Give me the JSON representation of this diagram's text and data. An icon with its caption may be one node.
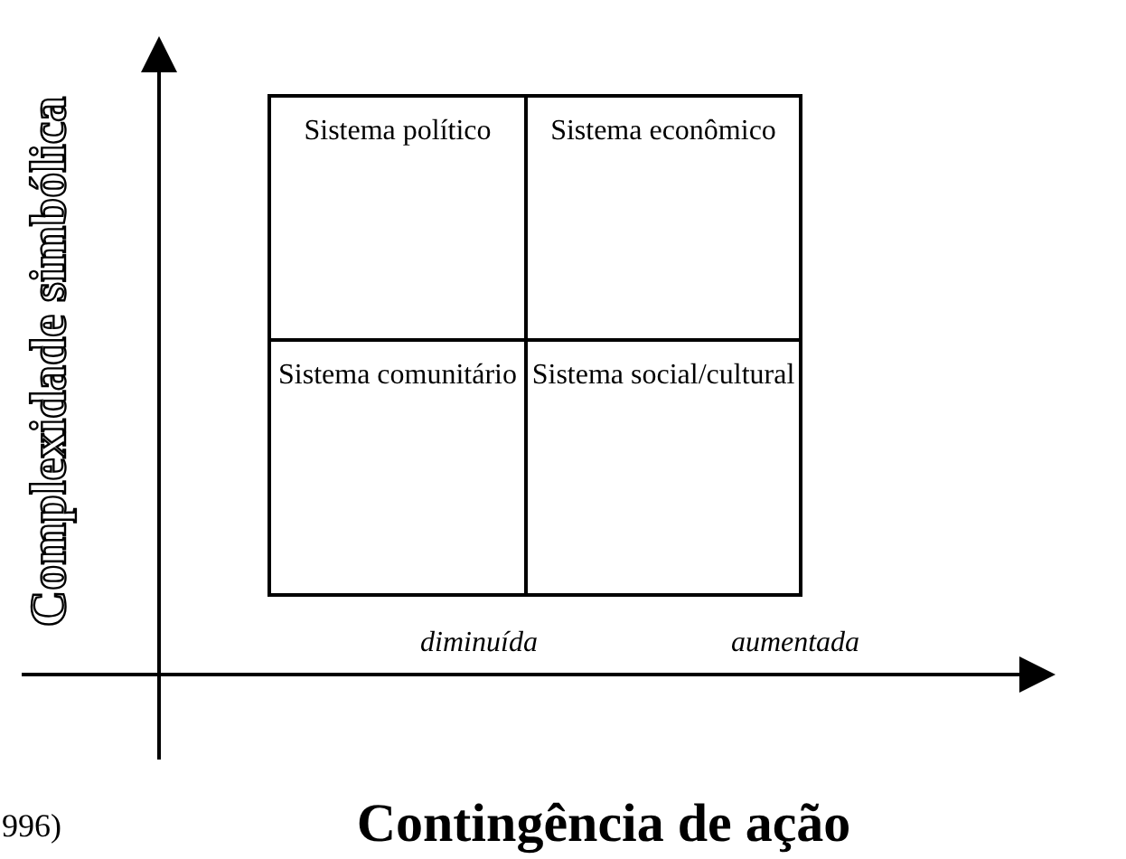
{
  "diagram": {
    "nodes": [
      {
        "text": [
          "Sistema político"
        ]
      },
      {
        "text": [
          "Sistema econômico"
        ]
      },
      {
        "text": [
          "Sistema comunitário"
        ]
      },
      {
        "text": [
          "Sistema social/cultural"
        ]
      }
    ],
    "labels": [
      "Complexidade simbólica",
      "diminuída",
      "aumentada",
      "996)",
      "Contingência de ação"
    ]
  }
}
